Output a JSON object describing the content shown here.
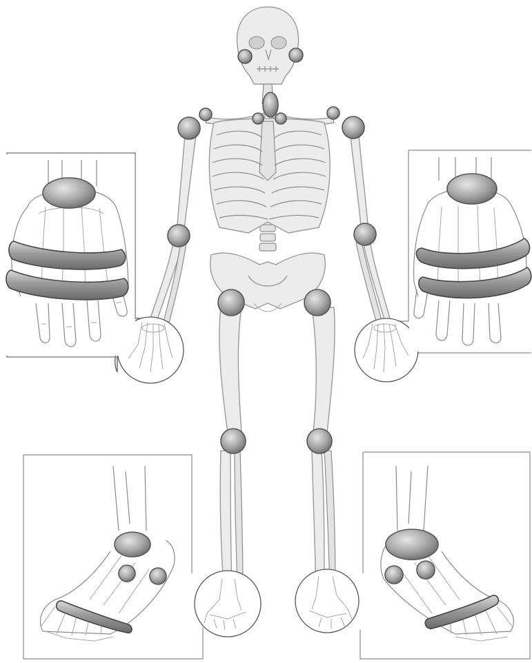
{
  "figure": {
    "subject": "skeleton-joint-map",
    "colors": {
      "background": "#ffffff",
      "bone_fill": "#ececec",
      "bone_outline": "#9a9a9a",
      "joint_highlight": "#9c9c9c",
      "joint_outline": "#555555",
      "panel_border": "#555555"
    },
    "insets": [
      "left-hand",
      "right-hand",
      "left-foot",
      "right-foot"
    ],
    "icons": [
      "skull-icon",
      "rib-cage-icon",
      "pelvis-icon",
      "hand-icon",
      "foot-icon"
    ]
  }
}
